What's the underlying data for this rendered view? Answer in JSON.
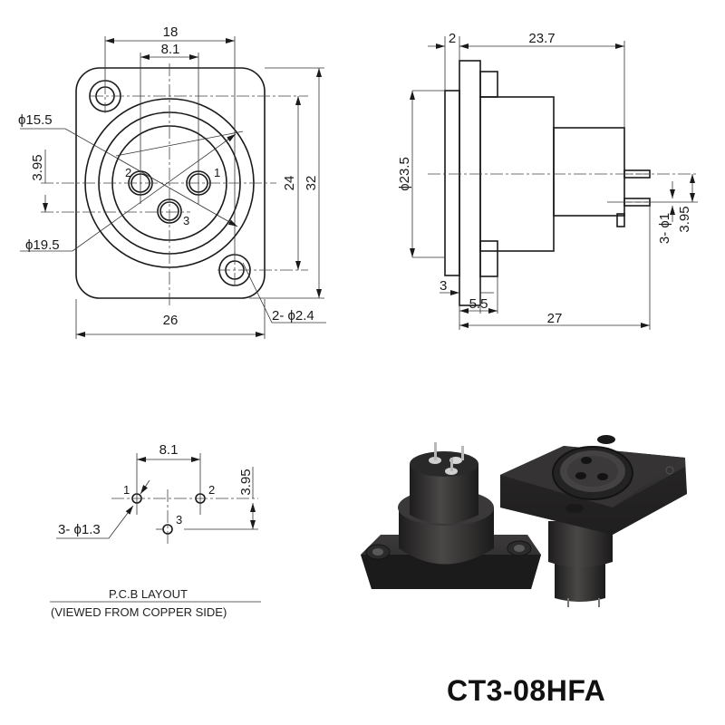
{
  "product": {
    "model": "CT3-08HFA"
  },
  "front_view": {
    "dim_width_top": "18",
    "dim_pin_pitch": "8.1",
    "dim_inner_diameter": "ϕ15.5",
    "dim_pin_offset": "3.95",
    "dim_outer_diameter": "ϕ19.5",
    "dim_hole_spacing": "24",
    "dim_height": "32",
    "dim_width_bottom": "26",
    "dim_mount_holes": "2- ϕ2.4",
    "pin_labels": [
      "1",
      "2",
      "3"
    ]
  },
  "side_view": {
    "dim_flange_thickness": "2",
    "dim_body_length": "23.7",
    "dim_body_diameter": "ϕ23.5",
    "dim_pin_diameter": "3- ϕ1",
    "dim_pin_offset": "3.95",
    "dim_step": "3",
    "dim_step2": "5.5",
    "dim_total_length": "27"
  },
  "pcb_layout": {
    "dim_pitch": "8.1",
    "dim_offset": "3.95",
    "dim_holes": "3- ϕ1.3",
    "pin_labels": [
      "1",
      "2",
      "3"
    ],
    "caption_title": "P.C.B LAYOUT",
    "caption_sub": "(VIEWED FROM COPPER SIDE)"
  },
  "colors": {
    "line": "#1a1a1a",
    "connector_body": "#2b2a2a",
    "background": "#ffffff"
  }
}
